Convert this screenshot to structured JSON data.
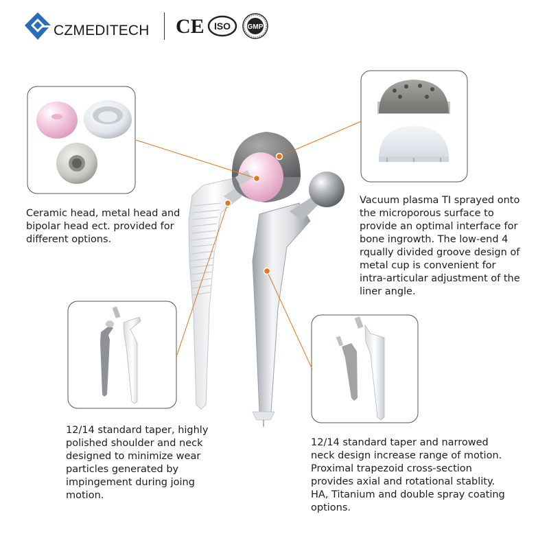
{
  "brand": {
    "name": "CZMEDITECH",
    "logo_icon": "czmeditech-logo-icon",
    "cert_ce": "CE",
    "cert_iso": "ISO",
    "cert_gmp": "GMP"
  },
  "descriptions": {
    "heads": "Ceramic head, metal head and\nbipolar head ect. provided for\ndifferent options.",
    "cup": "Vacuum plasma TI sprayed onto\nthe microporous surface to\nprovide an optimal interface for\nbone ingrowth. The low-end 4\nrqually divided groove design of\nmetal cup is convenient for\nintra-articular adjustment of the\nliner angle.",
    "taper": "12/14 standard taper, highly\npolished shoulder and neck\ndesigned to minimize wear\nparticles generated by\nimpingement during joing\nmotion.",
    "neck": "12/14 standard taper and narrowed\nneck design increase range of motion.\nProximal trapezoid cross-section\nprovides axial and rotational stablity.\nHA, Titanium and double spray coating\noptions."
  },
  "colors": {
    "accent": "#e8741a",
    "brand_blue": "#2a6cb8",
    "box_border": "#555555",
    "ceramic_pink": "#f2c6dc",
    "metal": "#b8bcc2",
    "ti_coating": "#8d8e8a"
  }
}
